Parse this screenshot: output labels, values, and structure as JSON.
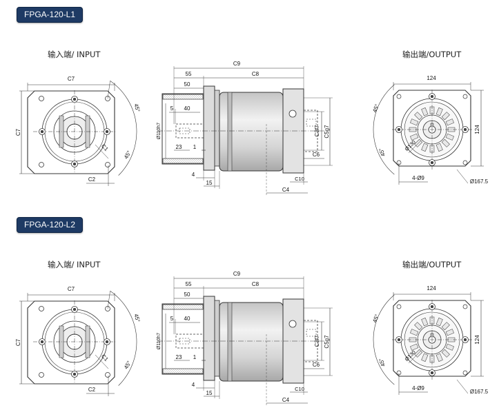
{
  "colors": {
    "tag_bg": "#1e3a64",
    "line": "#333333",
    "hatch": "#999999",
    "metal_light": "#f2f2f2",
    "metal_dark": "#a8a8a8",
    "plate": "#dcdcdc"
  },
  "models": [
    {
      "tag": "FPGA-120-L1",
      "input_label": "输入端/ INPUT",
      "output_label": "输出端/OUTPUT",
      "input_dims": {
        "c7_top": "C7",
        "c7_left": "C7",
        "c2": "C2",
        "c1": "C1",
        "angle_top": "45°",
        "angle_bottom": "45°"
      },
      "side_dims": {
        "c9": "C9",
        "d55": "55",
        "c8": "C8",
        "d50": "50",
        "d5": "5",
        "d40": "40",
        "shaft": "Ø110h7",
        "d23": "23",
        "d1": "1",
        "d4": "4",
        "d15": "15",
        "c3": "C3f7",
        "c5": "C5g7",
        "c6": "C6",
        "c10": "C10",
        "c4": "C4"
      },
      "output_dims": {
        "d124_top": "124",
        "d124_right": "124",
        "angle_top": "45°",
        "angle_bottom": "45°",
        "pcd": "Ø130",
        "holes": "4-Ø9",
        "outer": "Ø167.5"
      }
    },
    {
      "tag": "FPGA-120-L2",
      "input_label": "输入端/ INPUT",
      "output_label": "输出端/OUTPUT",
      "input_dims": {
        "c7_top": "C7",
        "c7_left": "C7",
        "c2": "C2",
        "c1": "C1",
        "angle_top": "45°",
        "angle_bottom": "45°"
      },
      "side_dims": {
        "c9": "C9",
        "d55": "55",
        "c8": "C8",
        "d50": "50",
        "d5": "5",
        "d40": "40",
        "shaft": "Ø110h7",
        "d23": "23",
        "d1": "1",
        "d4": "4",
        "d15": "15",
        "c3": "C3f7",
        "c5": "C5g7",
        "c6": "C6",
        "c10": "C10",
        "c4": "C4"
      },
      "output_dims": {
        "d124_top": "124",
        "d124_right": "124",
        "angle_top": "45°",
        "angle_bottom": "45°",
        "pcd": "Ø130",
        "holes": "4-Ø9",
        "outer": "Ø167.5"
      }
    }
  ]
}
